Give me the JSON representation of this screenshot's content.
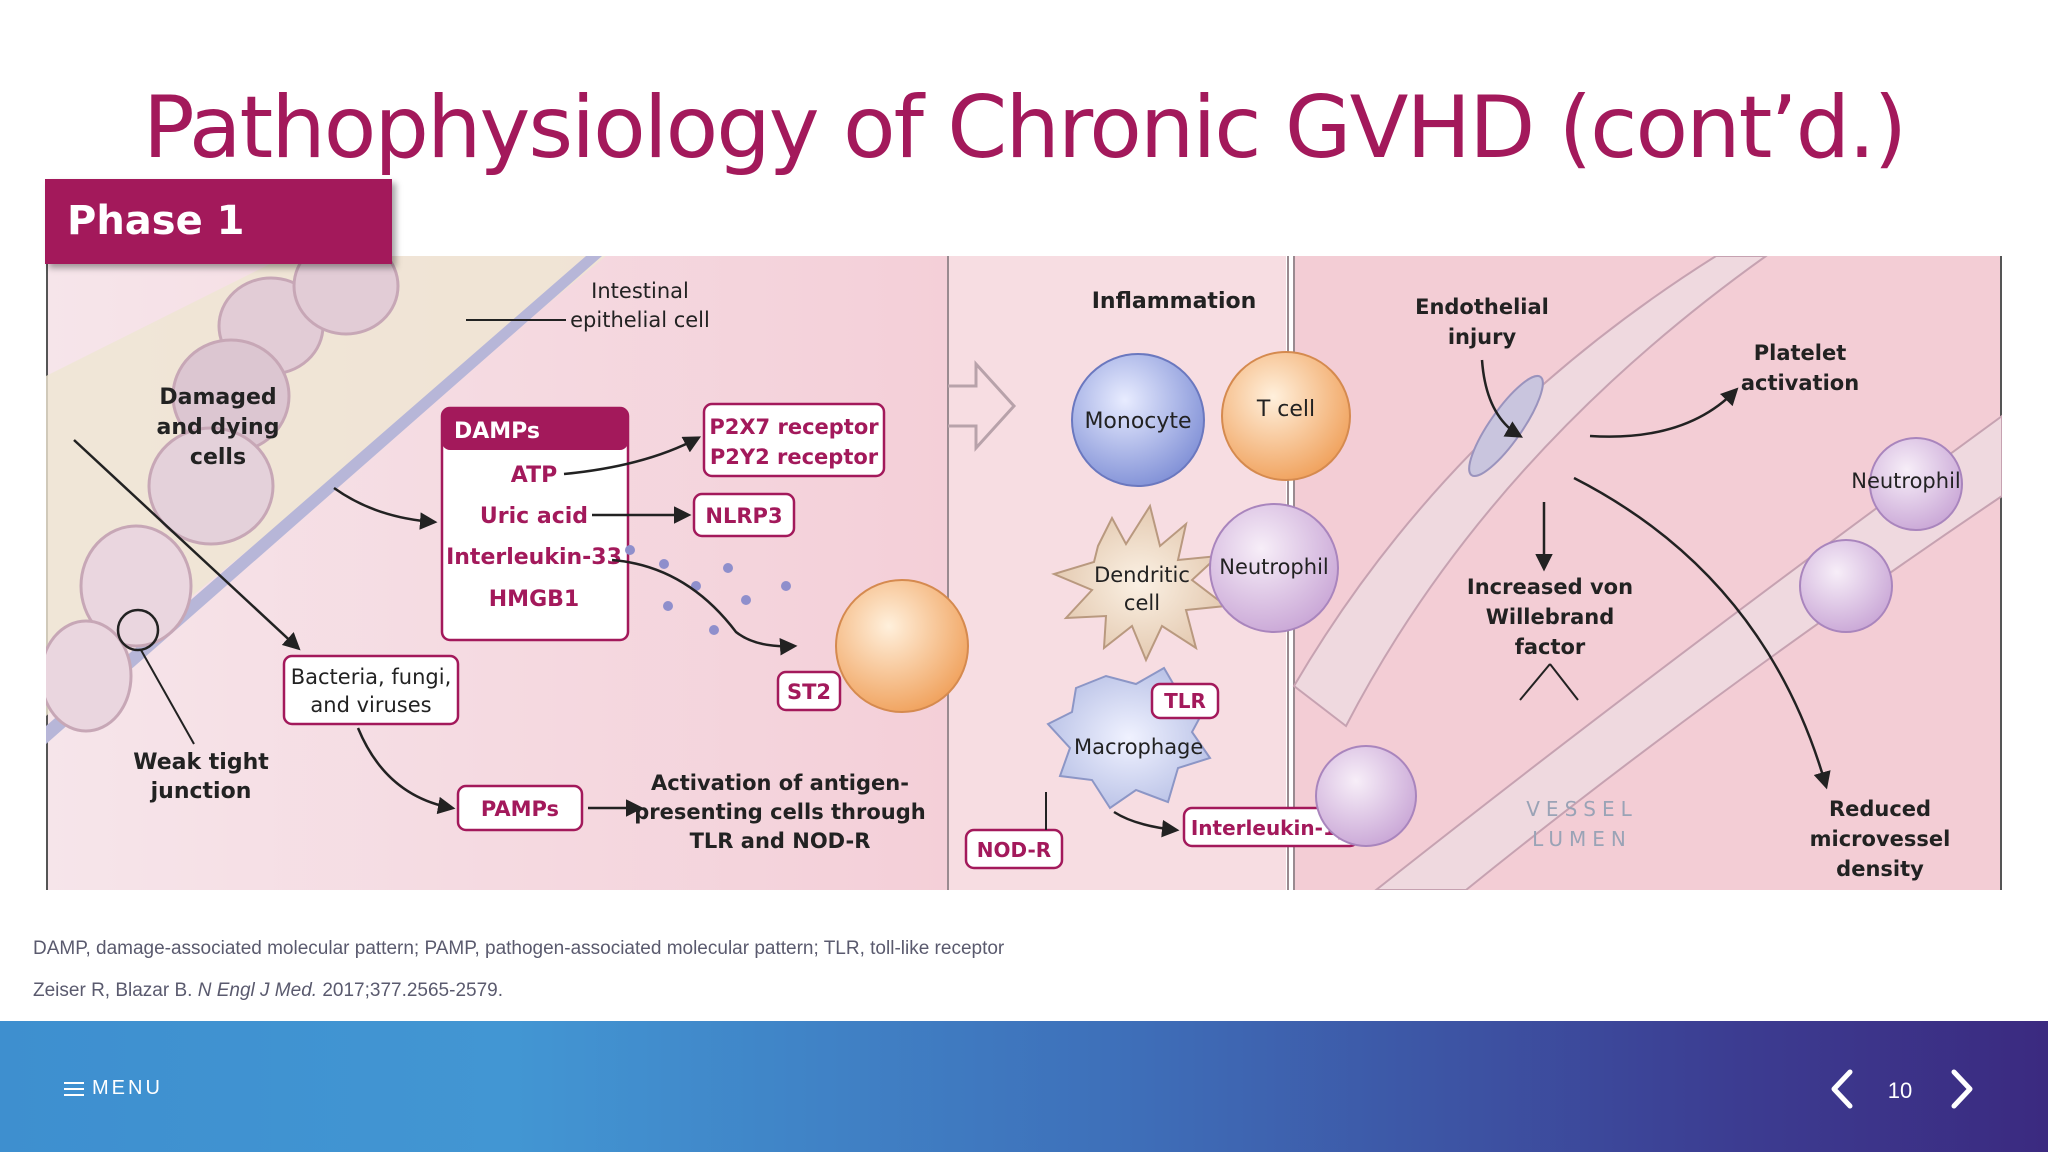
{
  "slide": {
    "title": "Pathophysiology of Chronic GVHD (cont’d.)",
    "phase_label": "Phase 1"
  },
  "figure": {
    "panel_a": {
      "intestinal_label_1": "Intestinal",
      "intestinal_label_2": "epithelial cell",
      "damaged_1": "Damaged",
      "damaged_2": "and dying",
      "damaged_3": "cells",
      "weak_1": "Weak tight",
      "weak_2": "junction",
      "damps_header": "DAMPs",
      "damps_items": [
        "ATP",
        "Uric acid",
        "Interleukin-33",
        "HMGB1"
      ],
      "p2x7": "P2X7 receptor",
      "p2y2": "P2Y2 receptor",
      "nlrp3": "NLRP3",
      "st2": "ST2",
      "bacteria_1": "Bacteria, fungi,",
      "bacteria_2": "and viruses",
      "pamps": "PAMPs",
      "activation_1": "Activation of antigen-",
      "activation_2": "presenting cells through",
      "activation_3": "TLR and NOD-R"
    },
    "panel_b": {
      "inflammation": "Inflammation",
      "monocyte": "Monocyte",
      "t_cell": "T cell",
      "dendritic_1": "Dendritic",
      "dendritic_2": "cell",
      "neutrophil": "Neutrophil",
      "tlr": "TLR",
      "macrophage": "Macrophage",
      "nod_r": "NOD-R",
      "il1b": "Interleukin-1β"
    },
    "panel_c": {
      "endothelial_1": "Endothelial",
      "endothelial_2": "injury",
      "platelet_1": "Platelet",
      "platelet_2": "activation",
      "neutrophil": "Neutrophil",
      "vwf_1": "Increased von",
      "vwf_2": "Willebrand",
      "vwf_3": "factor",
      "vessel_1": "VESSEL",
      "vessel_2": "LUMEN",
      "reduced_1": "Reduced",
      "reduced_2": "microvessel",
      "reduced_3": "density"
    }
  },
  "footnotes": {
    "abbreviations": "DAMP, damage-associated molecular pattern; PAMP, pathogen-associated molecular pattern; TLR, toll-like receptor",
    "reference_authors": "Zeiser R, Blazar B.",
    "reference_journal": "N Engl J Med.",
    "reference_details": "2017;377.2565-2579."
  },
  "footer": {
    "menu_label": "MENU",
    "page_number": "10"
  },
  "colors": {
    "brand_magenta": "#a3195b",
    "footer_blue": "#4296d3",
    "footer_purple": "#3b2a80"
  }
}
